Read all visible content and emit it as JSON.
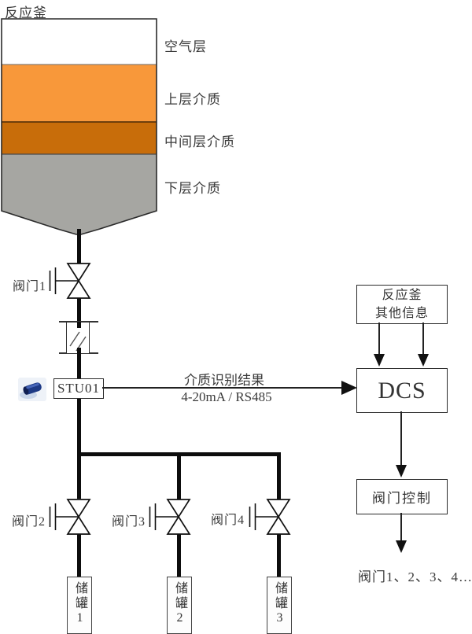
{
  "title": "反应釜",
  "vessel": {
    "layers": [
      {
        "label": "空气层",
        "color": "#ffffff"
      },
      {
        "label": "上层介质",
        "color": "#f8983a"
      },
      {
        "label": "中间层介质",
        "color": "#c86d0a"
      },
      {
        "label": "下层介质",
        "color": "#a6a6a2"
      }
    ]
  },
  "valves": [
    {
      "label": "阀门1"
    },
    {
      "label": "阀门2"
    },
    {
      "label": "阀门3"
    },
    {
      "label": "阀门4"
    }
  ],
  "sensor": {
    "label": "STU01"
  },
  "signal": {
    "result": "介质识别结果",
    "protocol": "4-20mA / RS485"
  },
  "reactor_info": {
    "line1": "反应釜",
    "line2": "其他信息"
  },
  "dcs": {
    "label": "DCS"
  },
  "valve_control": {
    "label": "阀门控制"
  },
  "controlled_valves": {
    "label": "阀门1、2、3、4……"
  },
  "tanks": [
    {
      "label": "储罐1"
    },
    {
      "label": "储罐2"
    },
    {
      "label": "储罐3"
    }
  ],
  "colors": {
    "pipe": "#0d0d0d",
    "line": "#222222"
  }
}
